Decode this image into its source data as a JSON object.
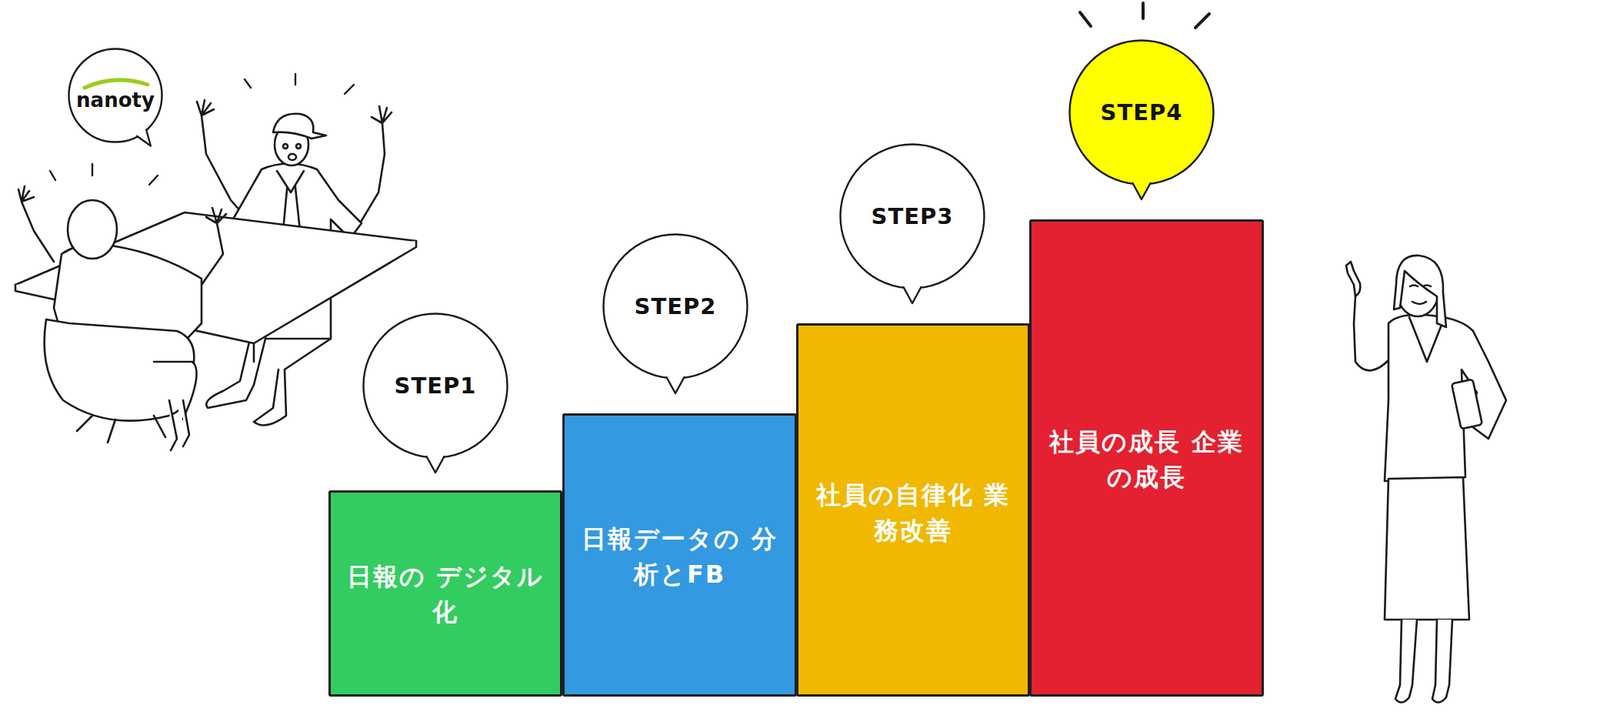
{
  "diagram": {
    "nodes": [
      {
        "text": [
          "nanoty"
        ]
      },
      {
        "text": [
          "STEP1"
        ]
      },
      {
        "text": [
          "日報の デジタル化"
        ]
      },
      {
        "text": [
          "STEP2"
        ]
      },
      {
        "text": [
          "日報データの 分析とFB"
        ]
      },
      {
        "text": [
          "STEP3"
        ]
      },
      {
        "text": [
          "社員の自律化 業務改善"
        ]
      },
      {
        "text": [
          "STEP4"
        ]
      },
      {
        "text": [
          "社員の成長 企業の成長"
        ]
      }
    ]
  }
}
